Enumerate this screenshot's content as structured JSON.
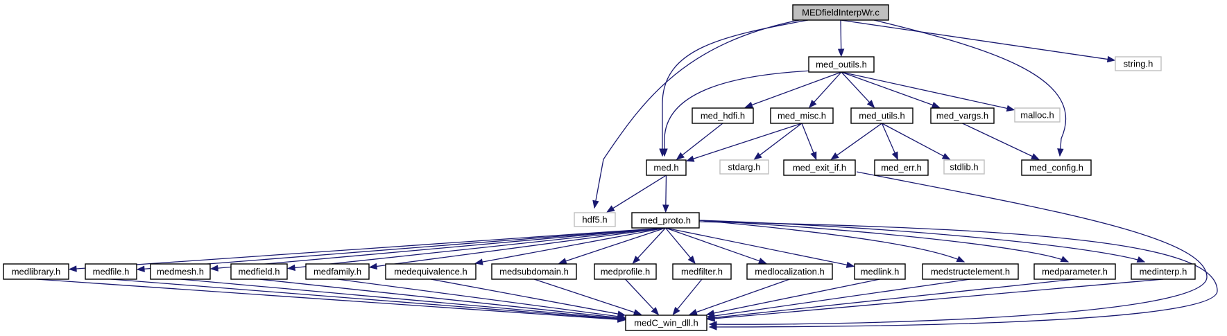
{
  "graph": {
    "nodes": [
      {
        "id": "root",
        "label": "MEDfieldInterpWr.c",
        "kind": "root"
      },
      {
        "id": "med_outils",
        "label": "med_outils.h",
        "kind": "file"
      },
      {
        "id": "string",
        "label": "string.h",
        "kind": "system"
      },
      {
        "id": "med_hdfi",
        "label": "med_hdfi.h",
        "kind": "file"
      },
      {
        "id": "med_misc",
        "label": "med_misc.h",
        "kind": "file"
      },
      {
        "id": "med_utils",
        "label": "med_utils.h",
        "kind": "file"
      },
      {
        "id": "med_vargs",
        "label": "med_vargs.h",
        "kind": "file"
      },
      {
        "id": "malloc",
        "label": "malloc.h",
        "kind": "system"
      },
      {
        "id": "med",
        "label": "med.h",
        "kind": "file"
      },
      {
        "id": "stdarg",
        "label": "stdarg.h",
        "kind": "system"
      },
      {
        "id": "med_exit_if",
        "label": "med_exit_if.h",
        "kind": "file"
      },
      {
        "id": "med_err",
        "label": "med_err.h",
        "kind": "file"
      },
      {
        "id": "stdlib",
        "label": "stdlib.h",
        "kind": "system"
      },
      {
        "id": "med_config",
        "label": "med_config.h",
        "kind": "file"
      },
      {
        "id": "hdf5",
        "label": "hdf5.h",
        "kind": "system"
      },
      {
        "id": "med_proto",
        "label": "med_proto.h",
        "kind": "file"
      },
      {
        "id": "medlibrary",
        "label": "medlibrary.h",
        "kind": "file"
      },
      {
        "id": "medfile",
        "label": "medfile.h",
        "kind": "file"
      },
      {
        "id": "medmesh",
        "label": "medmesh.h",
        "kind": "file"
      },
      {
        "id": "medfield",
        "label": "medfield.h",
        "kind": "file"
      },
      {
        "id": "medfamily",
        "label": "medfamily.h",
        "kind": "file"
      },
      {
        "id": "medequivalence",
        "label": "medequivalence.h",
        "kind": "file"
      },
      {
        "id": "medsubdomain",
        "label": "medsubdomain.h",
        "kind": "file"
      },
      {
        "id": "medprofile",
        "label": "medprofile.h",
        "kind": "file"
      },
      {
        "id": "medfilter",
        "label": "medfilter.h",
        "kind": "file"
      },
      {
        "id": "medlocalization",
        "label": "medlocalization.h",
        "kind": "file"
      },
      {
        "id": "medlink",
        "label": "medlink.h",
        "kind": "file"
      },
      {
        "id": "medstructelement",
        "label": "medstructelement.h",
        "kind": "file"
      },
      {
        "id": "medparameter",
        "label": "medparameter.h",
        "kind": "file"
      },
      {
        "id": "medinterp",
        "label": "medinterp.h",
        "kind": "file"
      },
      {
        "id": "medC_win_dll",
        "label": "medC_win_dll.h",
        "kind": "file"
      }
    ],
    "edges": [
      [
        "root",
        "med_outils"
      ],
      [
        "root",
        "string"
      ],
      [
        "root",
        "med"
      ],
      [
        "root",
        "hdf5"
      ],
      [
        "root",
        "med_config"
      ],
      [
        "med_outils",
        "med_hdfi"
      ],
      [
        "med_outils",
        "med_misc"
      ],
      [
        "med_outils",
        "med_utils"
      ],
      [
        "med_outils",
        "med_vargs"
      ],
      [
        "med_outils",
        "malloc"
      ],
      [
        "med_outils",
        "med"
      ],
      [
        "med_hdfi",
        "med"
      ],
      [
        "med_misc",
        "med"
      ],
      [
        "med_misc",
        "stdarg"
      ],
      [
        "med_misc",
        "med_exit_if"
      ],
      [
        "med_utils",
        "med_exit_if"
      ],
      [
        "med_utils",
        "med_err"
      ],
      [
        "med_utils",
        "stdlib"
      ],
      [
        "med_vargs",
        "med_config"
      ],
      [
        "med",
        "hdf5"
      ],
      [
        "med",
        "med_proto"
      ],
      [
        "med_exit_if",
        "medC_win_dll"
      ],
      [
        "med_proto",
        "medlibrary"
      ],
      [
        "med_proto",
        "medfile"
      ],
      [
        "med_proto",
        "medmesh"
      ],
      [
        "med_proto",
        "medfield"
      ],
      [
        "med_proto",
        "medfamily"
      ],
      [
        "med_proto",
        "medequivalence"
      ],
      [
        "med_proto",
        "medsubdomain"
      ],
      [
        "med_proto",
        "medprofile"
      ],
      [
        "med_proto",
        "medfilter"
      ],
      [
        "med_proto",
        "medlocalization"
      ],
      [
        "med_proto",
        "medlink"
      ],
      [
        "med_proto",
        "medstructelement"
      ],
      [
        "med_proto",
        "medparameter"
      ],
      [
        "med_proto",
        "medinterp"
      ],
      [
        "med_proto",
        "medC_win_dll"
      ],
      [
        "medlibrary",
        "medC_win_dll"
      ],
      [
        "medfile",
        "medC_win_dll"
      ],
      [
        "medmesh",
        "medC_win_dll"
      ],
      [
        "medfield",
        "medC_win_dll"
      ],
      [
        "medfamily",
        "medC_win_dll"
      ],
      [
        "medequivalence",
        "medC_win_dll"
      ],
      [
        "medsubdomain",
        "medC_win_dll"
      ],
      [
        "medprofile",
        "medC_win_dll"
      ],
      [
        "medfilter",
        "medC_win_dll"
      ],
      [
        "medlocalization",
        "medC_win_dll"
      ],
      [
        "medlink",
        "medC_win_dll"
      ],
      [
        "medstructelement",
        "medC_win_dll"
      ],
      [
        "medparameter",
        "medC_win_dll"
      ],
      [
        "medinterp",
        "medC_win_dll"
      ]
    ]
  }
}
